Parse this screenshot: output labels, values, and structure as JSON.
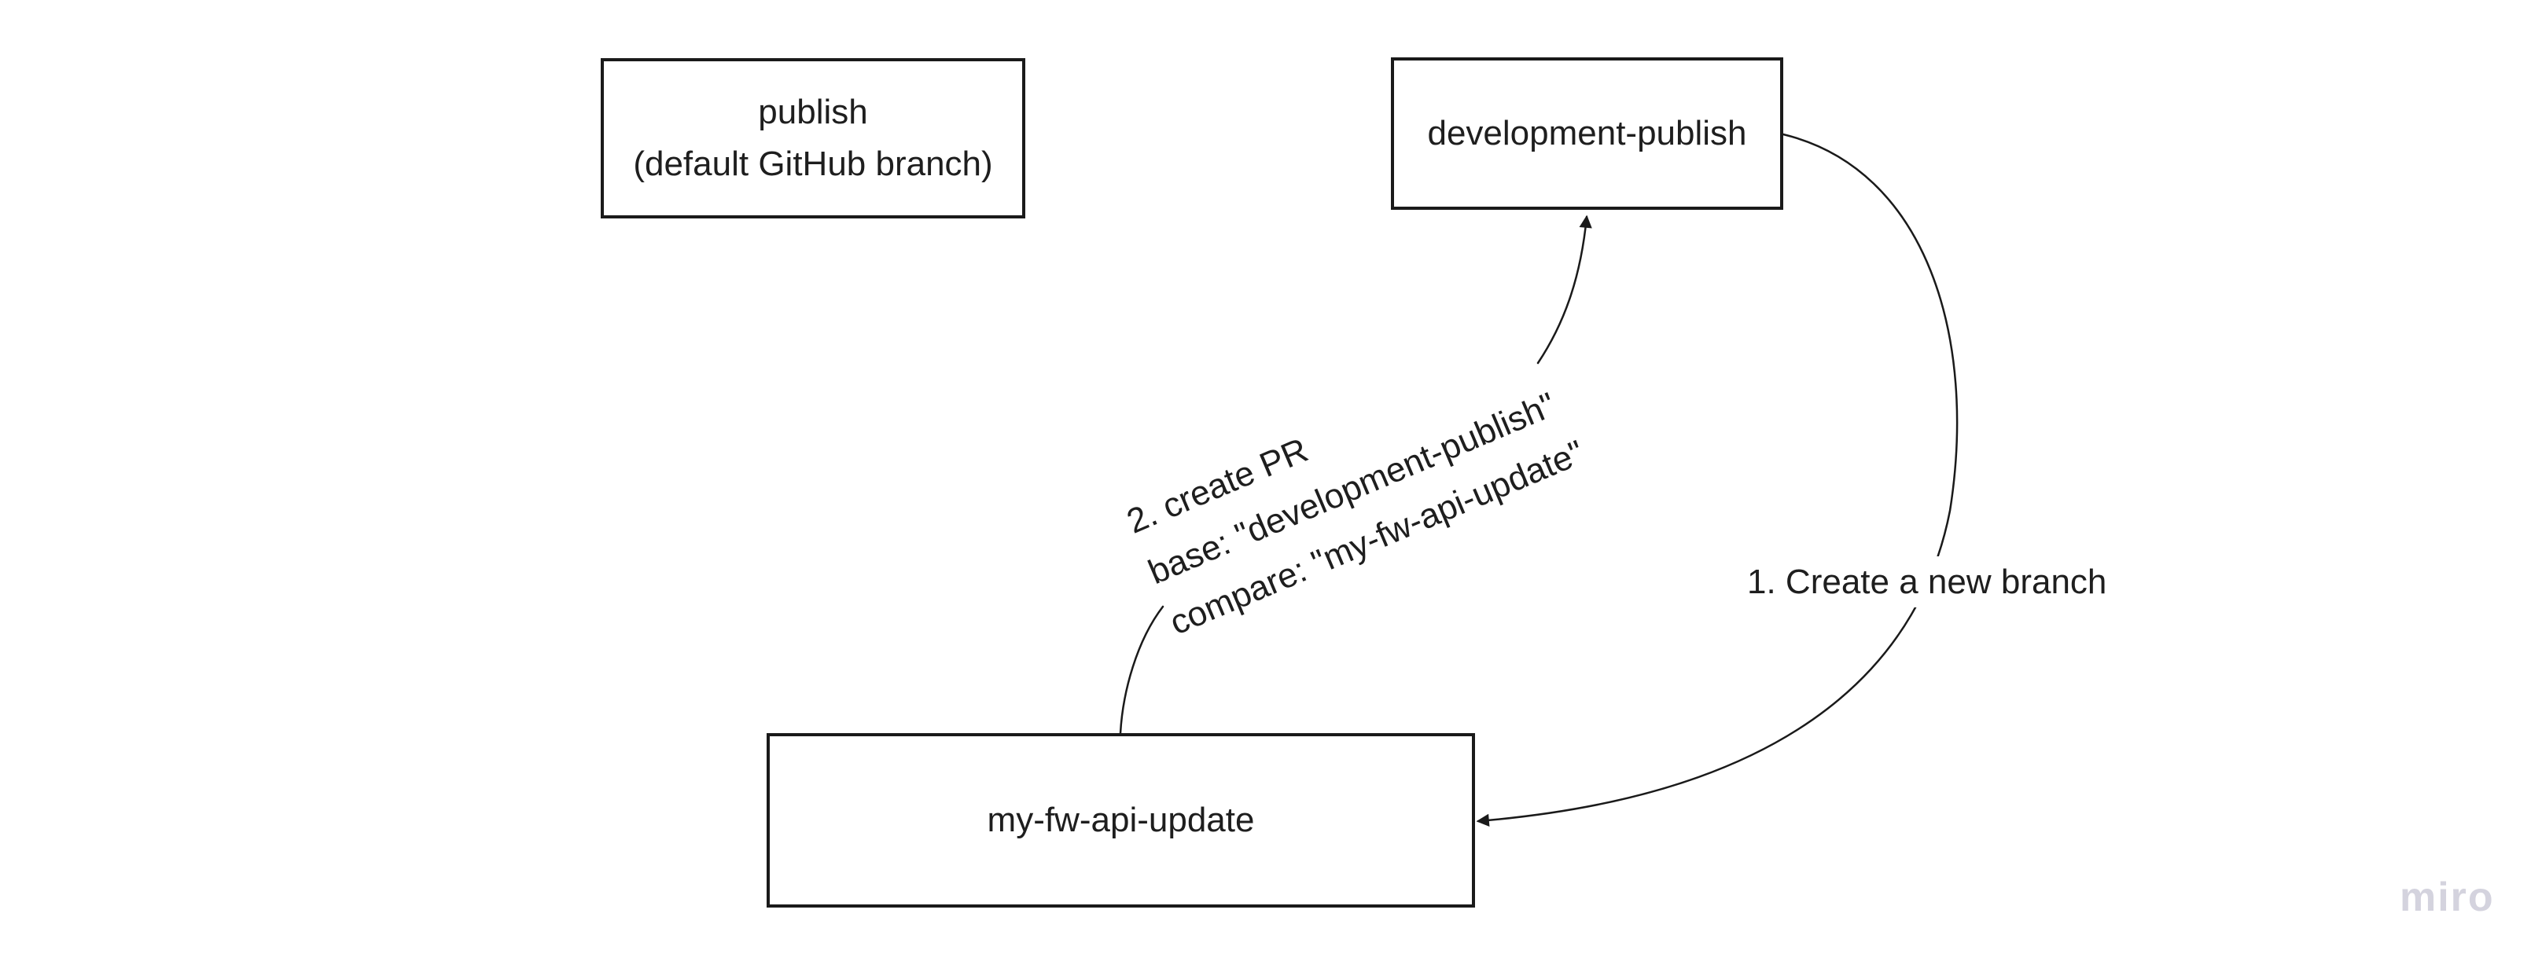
{
  "canvas": {
    "background": "#ffffff",
    "stroke_color": "#1a1a1a",
    "text_color": "#1e1e1e"
  },
  "nodes": {
    "publish": {
      "label": "publish\n(default GitHub branch)"
    },
    "development_publish": {
      "label": "development-publish"
    },
    "my_fw_api_update": {
      "label": "my-fw-api-update"
    }
  },
  "connectors": {
    "create_branch": {
      "label": "1. Create a new branch",
      "from": "development-publish",
      "to": "my-fw-api-update"
    },
    "create_pr": {
      "label": "2. create PR\nbase: \"development-publish\"\ncompare: \"my-fw-api-update\"",
      "from": "my-fw-api-update",
      "to": "development-publish"
    }
  },
  "watermark": {
    "text": "miro",
    "color": "#d4d3de"
  }
}
